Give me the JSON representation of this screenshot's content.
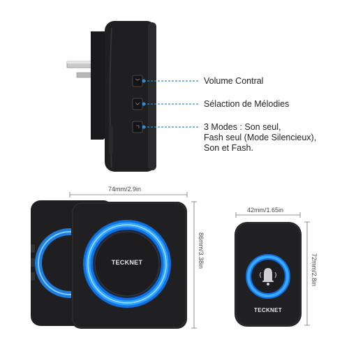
{
  "callouts": {
    "volume": "Volume Contral",
    "melody": "Sélaction de Mélodies",
    "modes_line1": "3 Modes : Son seul,",
    "modes_line2": "Fash seul (Mode Silencieux),",
    "modes_line3": "Son et Fash."
  },
  "dimensions": {
    "receiver_width": "74mm/2.9in",
    "receiver_height": "86mm/3.38in",
    "button_width": "42mm/1.65in",
    "button_height": "72mm/2.8in"
  },
  "brand": {
    "receiver_logo": "TECKNET",
    "button_logo": "TECKNET"
  },
  "colors": {
    "device": "#1f1f21",
    "ring_glow": "#1f8fff",
    "callout_line": "#2a8fd8",
    "background": "#ffffff"
  },
  "icons": [
    "plug-prongs",
    "volume-button",
    "melody-button",
    "mode-button",
    "bell-icon"
  ]
}
